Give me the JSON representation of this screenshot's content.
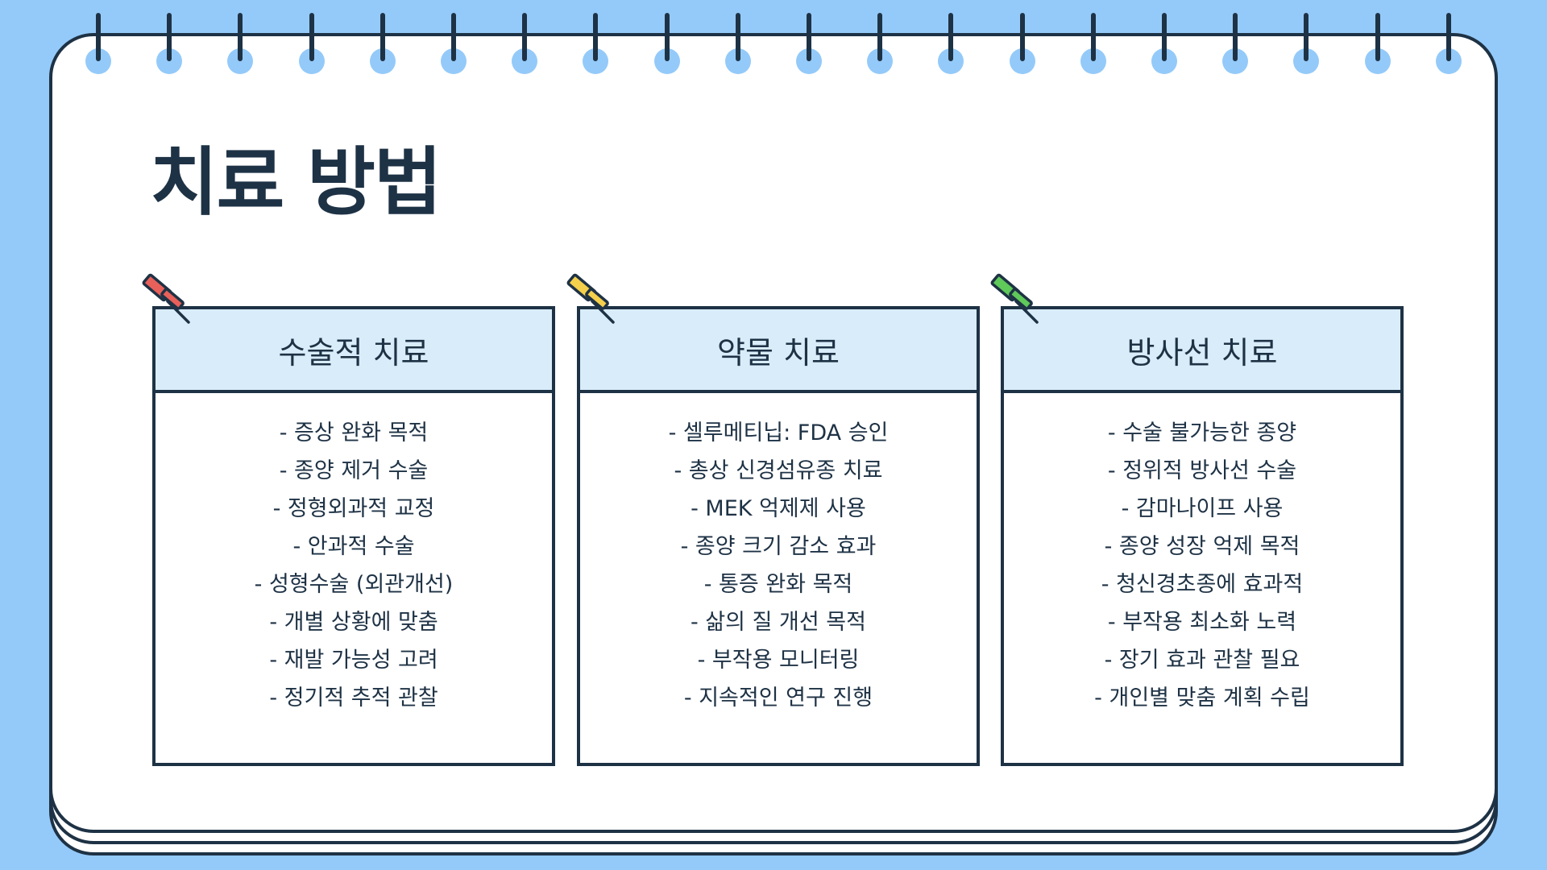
{
  "title": "치료 방법",
  "colors": {
    "background": "#94caf9",
    "ink": "#1e3245",
    "header_fill": "#d8ecfa",
    "pin_red": "#e8605a",
    "pin_yellow": "#f5d04c",
    "pin_green": "#5fc95a"
  },
  "cards": [
    {
      "heading": "수술적 치료",
      "pin": "red-pushpin-icon",
      "items": [
        "- 증상 완화 목적",
        "- 종양 제거 수술",
        "- 정형외과적 교정",
        "- 안과적 수술",
        "- 성형수술 (외관개선)",
        "- 개별 상황에 맞춤",
        "- 재발 가능성 고려",
        "- 정기적 추적 관찰"
      ]
    },
    {
      "heading": "약물 치료",
      "pin": "yellow-pushpin-icon",
      "items": [
        "- 셀루메티닙: FDA 승인",
        "- 총상 신경섬유종 치료",
        "- MEK 억제제 사용",
        "- 종양 크기 감소 효과",
        "- 통증 완화 목적",
        "- 삶의 질 개선 목적",
        "- 부작용 모니터링",
        "- 지속적인 연구 진행"
      ]
    },
    {
      "heading": "방사선 치료",
      "pin": "green-pushpin-icon",
      "items": [
        "- 수술 불가능한 종양",
        "- 정위적 방사선 수술",
        "- 감마나이프 사용",
        "- 종양 성장 억제 목적",
        "- 청신경초종에 효과적",
        "- 부작용 최소화 노력",
        "- 장기 효과 관찰 필요",
        "- 개인별 맞춤 계획 수립"
      ]
    }
  ]
}
